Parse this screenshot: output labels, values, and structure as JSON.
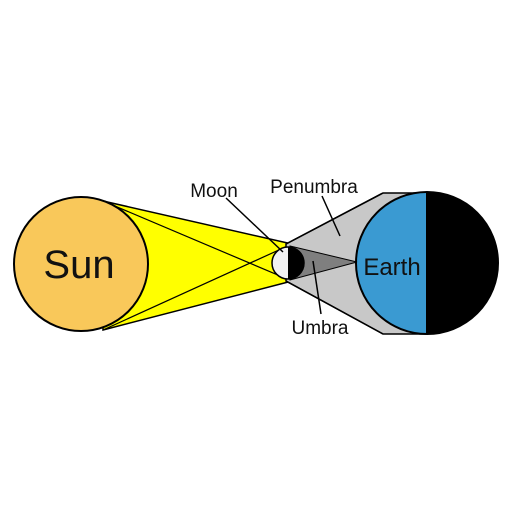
{
  "labels": {
    "sun": "Sun",
    "earth": "Earth",
    "moon": "Moon",
    "penumbra": "Penumbra",
    "umbra": "Umbra"
  },
  "colors": {
    "sun_fill": "#F9C85A",
    "sunlight": "#FFFF00",
    "penumbra_fill": "#C8C8C8",
    "umbra_fill": "#7F7F7F",
    "earth_day": "#3A9AD2",
    "earth_night": "#000000",
    "moon_light": "#F2F2F2",
    "moon_dark": "#000000",
    "outline": "#000000"
  }
}
